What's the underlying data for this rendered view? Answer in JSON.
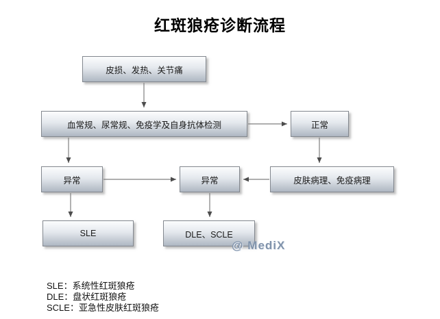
{
  "title": "红斑狼疮诊断流程",
  "nodes": {
    "symptoms": "皮损、发热、关节痛",
    "tests": "血常规、尿常规、免疫学及自身抗体检测",
    "normal": "正常",
    "abnormal_left": "异常",
    "abnormal_mid": "异常",
    "pathology": "皮肤病理、免疫病理",
    "sle": "SLE",
    "dle_scle": "DLE、SCLE"
  },
  "edges": [
    {
      "from": "symptoms",
      "to": "tests"
    },
    {
      "from": "tests",
      "to": "normal"
    },
    {
      "from": "tests",
      "to": "abnormal_left"
    },
    {
      "from": "normal",
      "to": "pathology"
    },
    {
      "from": "pathology",
      "to": "abnormal_mid"
    },
    {
      "from": "abnormal_left",
      "to": "abnormal_mid"
    },
    {
      "from": "abnormal_left",
      "to": "sle"
    },
    {
      "from": "abnormal_mid",
      "to": "dle_scle"
    }
  ],
  "watermark": "@ MediX",
  "legend": [
    "SLE：系统性红斑狼疮",
    "DLE：盘状红斑狼疮",
    "SCLE：亚急性皮肤红斑狼疮"
  ],
  "colors": {
    "background": "#ffffff",
    "box_gradient_top": "#fcfdfe",
    "box_gradient_bottom": "#aeb7c2",
    "box_border": "#82878e",
    "arrow": "#7f7f7f",
    "arrowhead": "#4d4d4d",
    "title_text": "#000000",
    "watermark_text": "#8093ab"
  }
}
